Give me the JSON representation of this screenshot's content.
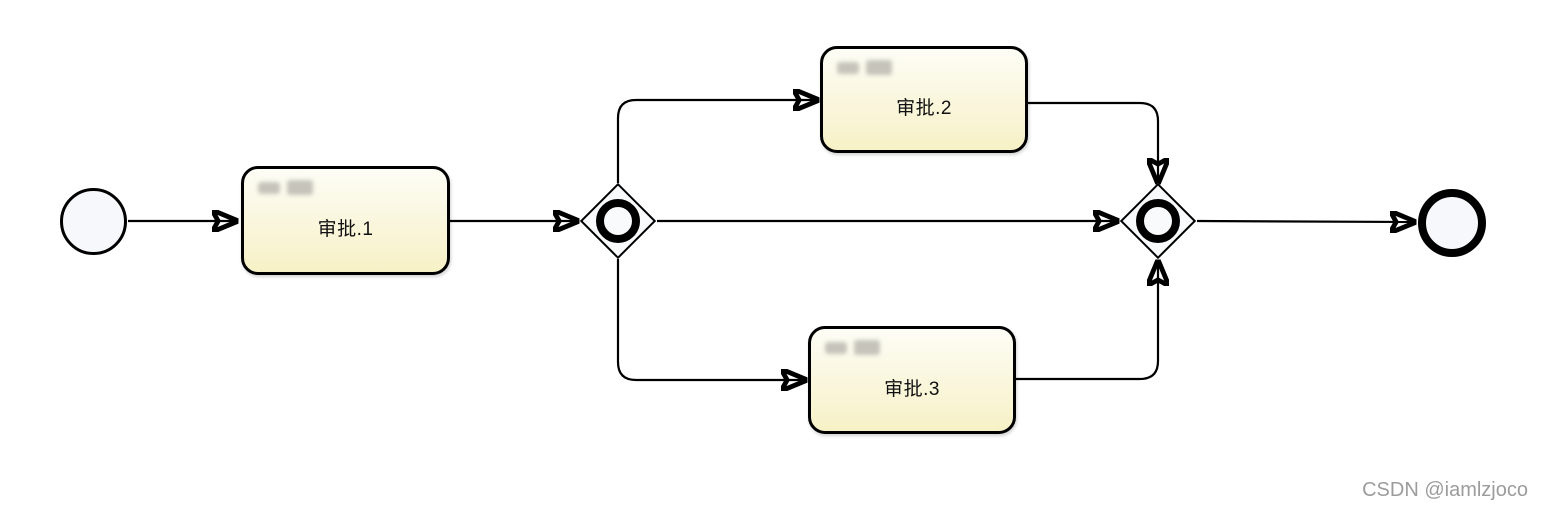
{
  "diagram": {
    "type": "bpmn-process",
    "nodes": [
      {
        "id": "startEvent",
        "type": "start-event",
        "label": ""
      },
      {
        "id": "task1",
        "type": "user-task",
        "label": "审批.1"
      },
      {
        "id": "gateway1",
        "type": "inclusive-gateway",
        "label": ""
      },
      {
        "id": "task2",
        "type": "user-task",
        "label": "审批.2"
      },
      {
        "id": "task3",
        "type": "user-task",
        "label": "审批.3"
      },
      {
        "id": "gateway2",
        "type": "inclusive-gateway",
        "label": ""
      },
      {
        "id": "endEvent",
        "type": "end-event",
        "label": ""
      }
    ],
    "flows": [
      {
        "from": "startEvent",
        "to": "task1"
      },
      {
        "from": "task1",
        "to": "gateway1"
      },
      {
        "from": "gateway1",
        "to": "task2"
      },
      {
        "from": "gateway1",
        "to": "gateway2"
      },
      {
        "from": "gateway1",
        "to": "task3"
      },
      {
        "from": "task2",
        "to": "gateway2"
      },
      {
        "from": "task3",
        "to": "gateway2"
      },
      {
        "from": "gateway2",
        "to": "endEvent"
      }
    ],
    "colors": {
      "stroke": "#000000",
      "task_fill_top": "#fcfdf5",
      "task_fill_bottom": "#f7f1c6",
      "event_fill": "#f6f8fb",
      "gateway_fill": "#f8fafc"
    }
  },
  "watermark": {
    "text": "CSDN @iamlzjoco",
    "color": "#9c9c9c"
  }
}
